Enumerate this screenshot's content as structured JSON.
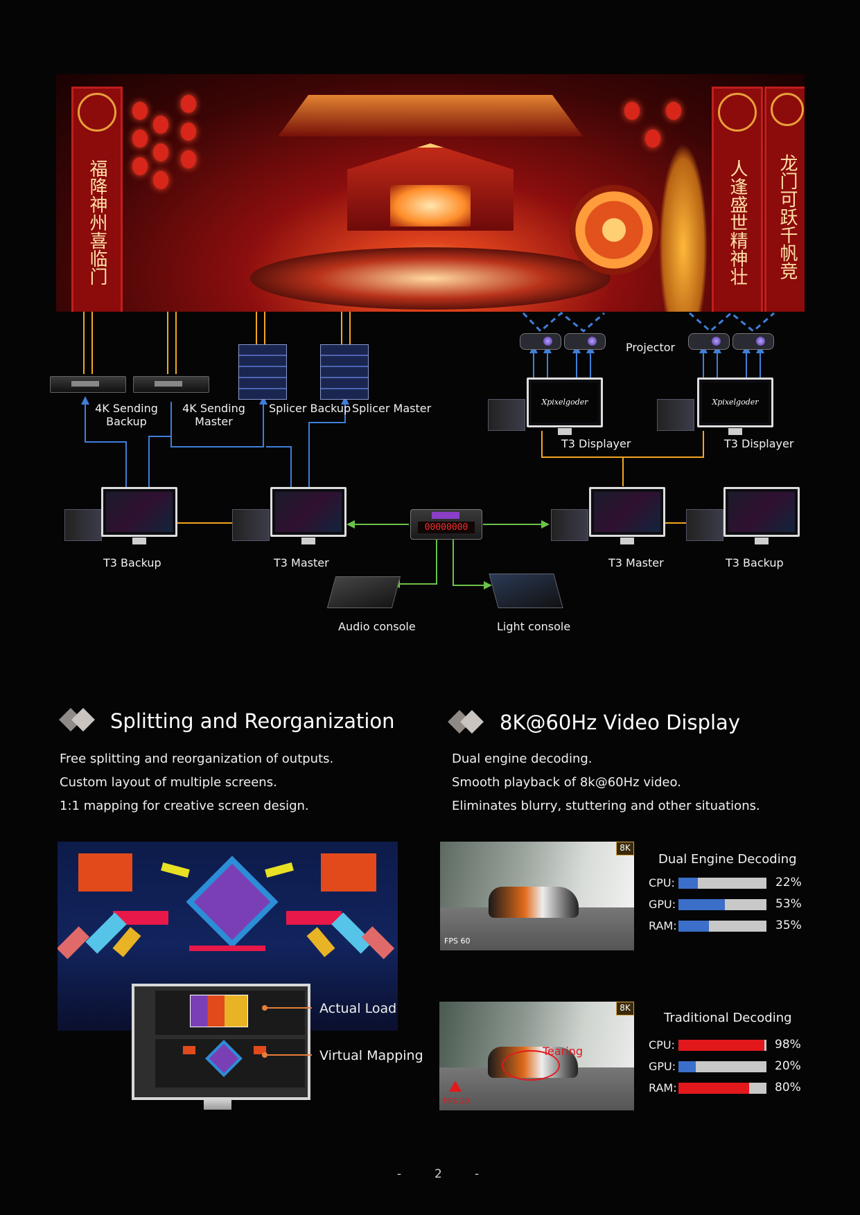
{
  "hero": {
    "banner_left": "福降神州喜临门",
    "banner_right_a": "人逢盛世精神壮",
    "banner_right_b": "龙门可跃千帆竞"
  },
  "diagram": {
    "line_colors": {
      "fiber": "#f5a623",
      "ethernet": "#3f7fd9",
      "control": "#6cc24a",
      "projection": "#3f7fd9"
    },
    "labels": {
      "sending_backup": "4K Sending\nBackup",
      "sending_master": "4K Sending\nMaster",
      "splicer_backup": "Splicer Backup",
      "splicer_master": "Splicer Master",
      "projector": "Projector",
      "displayer_left": "T3 Displayer",
      "displayer_right": "T3 Displayer",
      "t3_backup_left": "T3 Backup",
      "t3_master_left": "T3 Master",
      "t3_master_right": "T3 Master",
      "t3_backup_right": "T3 Backup",
      "audio_console": "Audio console",
      "light_console": "Light console",
      "timecode_display": "00000000"
    }
  },
  "sections": {
    "left": {
      "title": "Splitting and Reorganization",
      "lines": [
        "Free splitting and reorganization of outputs.",
        "Custom layout of multiple screens.",
        "1:1 mapping for creative screen design."
      ],
      "callout_actual": "Actual Load",
      "callout_virtual": "Virtual Mapping"
    },
    "right": {
      "title": "8K@60Hz Video Display",
      "lines": [
        "Dual engine decoding.",
        "Smooth playback of 8k@60Hz video.",
        "Eliminates blurry, stuttering and other situations."
      ]
    }
  },
  "panels": [
    {
      "title": "Dual Engine Decoding",
      "badge": "8K",
      "overlay": "FPS 60",
      "bar_color": "#3b6fc9",
      "stats": [
        {
          "label": "CPU:",
          "value": 22,
          "text": "22%"
        },
        {
          "label": "GPU:",
          "value": 53,
          "text": "53%"
        },
        {
          "label": "RAM:",
          "value": 35,
          "text": "35%"
        }
      ]
    },
    {
      "title": "Traditional Decoding",
      "badge": "8K",
      "overlay": "FPS 20",
      "tearing": "Tearing",
      "stats": [
        {
          "label": "CPU:",
          "value": 98,
          "text": "98%",
          "color": "#e3181c"
        },
        {
          "label": "GPU:",
          "value": 20,
          "text": "20%",
          "color": "#3b6fc9"
        },
        {
          "label": "RAM:",
          "value": 80,
          "text": "80%",
          "color": "#e3181c"
        }
      ]
    }
  ],
  "footer": {
    "page_number": "2",
    "dash": "-"
  }
}
